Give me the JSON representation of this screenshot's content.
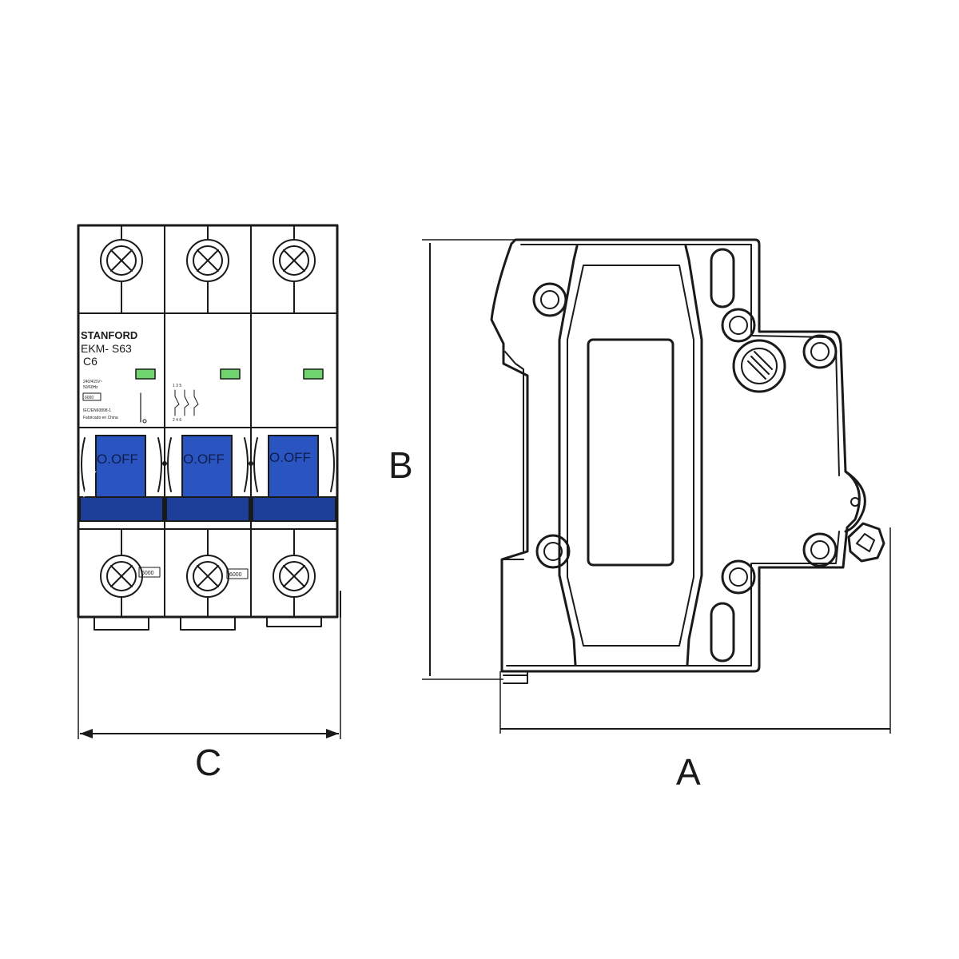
{
  "colors": {
    "line": "#1a1a1a",
    "toggle_blue": "#2a55c0",
    "toggle_dark": "#1d3f9a",
    "indicator_green": "#6fd66f"
  },
  "front_view": {
    "brand": "STANFORD",
    "model": "EKM- S63",
    "rating": "C6",
    "spec_voltage": "240/415V~",
    "spec_freq": "50/60Hz",
    "spec_box": "6000",
    "standard": "IEC/EN60898-1",
    "origin": "Fabricado en China",
    "terminal_top": "1  3  5",
    "terminal_bottom": "2  4  6",
    "toggles": [
      "O.OFF",
      "O.OFF",
      "O.OFF"
    ],
    "bottom_marks": [
      "6000",
      "6000"
    ]
  },
  "dimensions": {
    "a": "A",
    "b": "B",
    "c": "C"
  }
}
